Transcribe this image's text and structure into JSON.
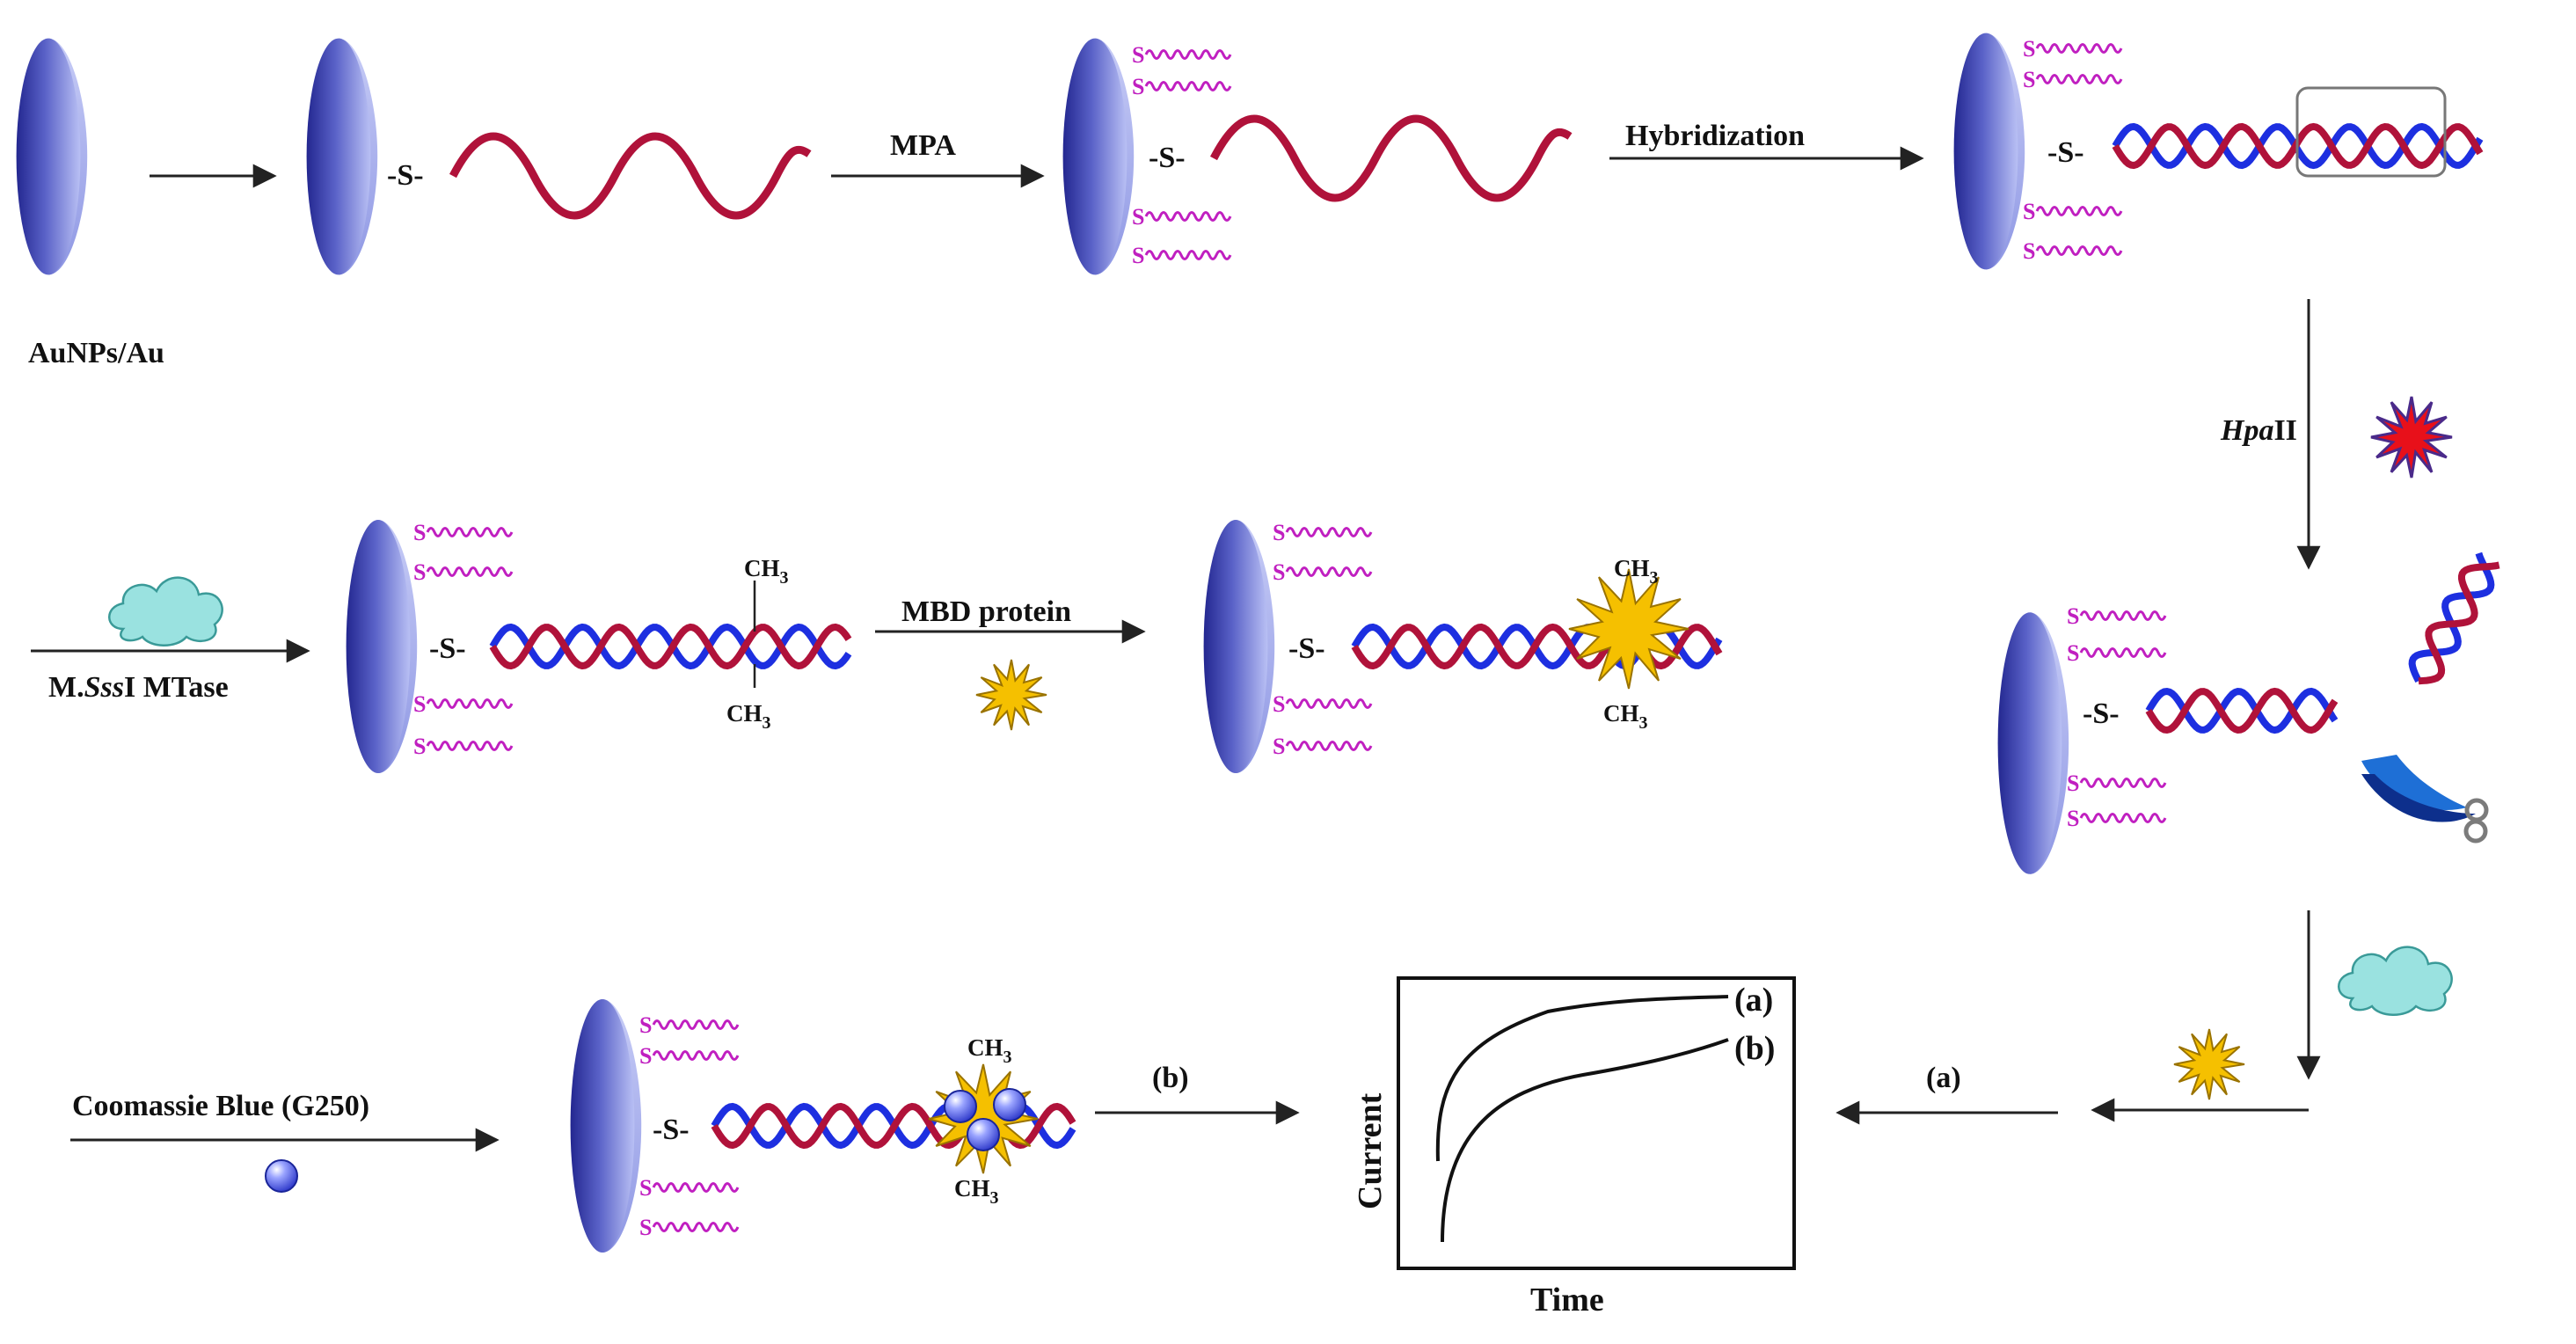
{
  "labels": {
    "electrode": "AuNPs/Au",
    "mpa": "MPA",
    "hybridization": "Hybridization",
    "hpa_italic": "Hpa",
    "hpa_roman": "II",
    "mssi_prefix": "M.",
    "mssi_italic": "Sss",
    "mssi_suffix": "I MTase",
    "mbd": "MBD protein",
    "coomassie": "Coomassie Blue (G250)",
    "step_a": "(a)",
    "step_b": "(b)",
    "ch3": "CH",
    "ch3_sub": "3",
    "thiol": "-S-",
    "s": "S"
  },
  "chart_data": {
    "type": "line",
    "xlabel": "Time",
    "ylabel": "Current",
    "series": [
      {
        "name": "(a)"
      },
      {
        "name": "(b)"
      }
    ]
  },
  "colors": {
    "electrode_dark": "#2a2e9c",
    "electrode_light": "#aab3f0",
    "dna_red": "#b0123a",
    "dna_blue": "#1d2fe0",
    "mpa_magenta": "#c01fc0",
    "mbd_yellow": "#f5c000",
    "hpaii_red": "#e8101a",
    "mtase_cyan": "#9ae2e0"
  }
}
